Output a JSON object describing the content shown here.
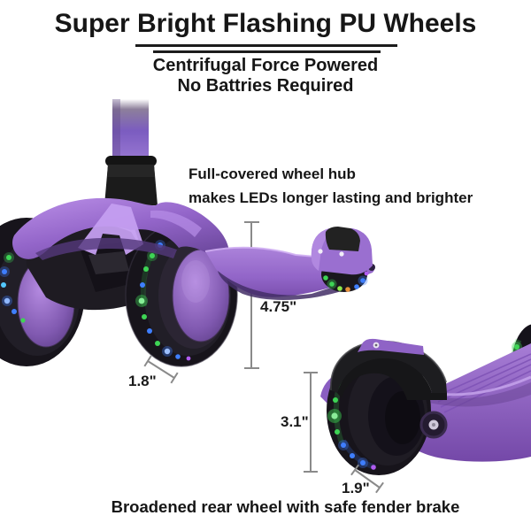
{
  "header": {
    "title": "Super Bright Flashing PU Wheels",
    "subtitle_line1": "Centrifugal Force Powered",
    "subtitle_line2": "No Battries Required"
  },
  "annotations": {
    "wheel_hub_line1": "Full-covered wheel hub",
    "wheel_hub_line2": "makes LEDs longer lasting and brighter",
    "bottom_caption": "Broadened rear wheel with safe fender brake"
  },
  "measurements": {
    "deck_height": "4.75\"",
    "front_wheel_width": "1.8\"",
    "rear_wheel_height": "3.1\"",
    "rear_wheel_width": "1.9\""
  },
  "colors": {
    "background": "#ffffff",
    "text": "#161616",
    "scooter_purple": "#9b6fd0",
    "scooter_purple_light": "#c49ef0",
    "scooter_purple_dark": "#5f3f8a",
    "tire_black": "#17141b",
    "led_green": "#3ed455",
    "led_blue": "#3f7fff",
    "led_orange": "#e8913a",
    "led_violet": "#b05cf0",
    "dimension_line_gray": "#8a8a8a"
  }
}
